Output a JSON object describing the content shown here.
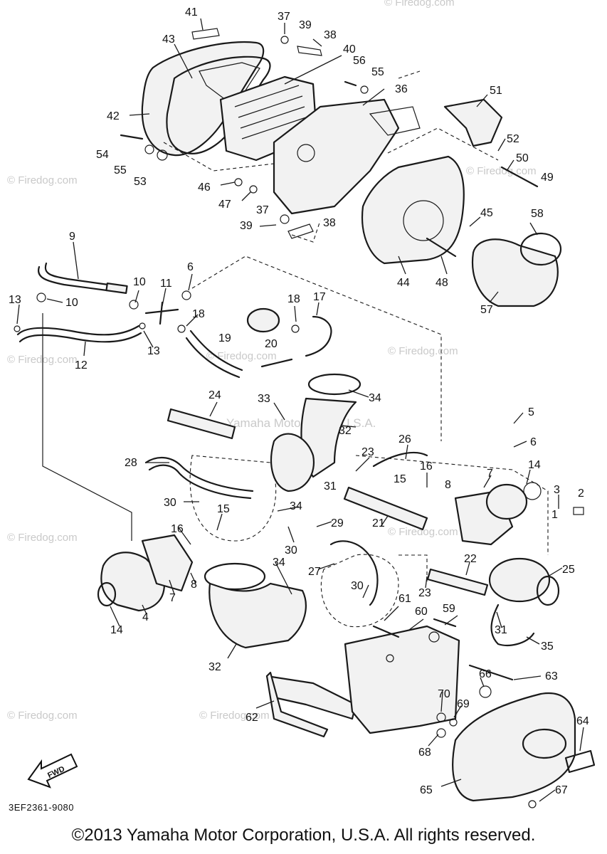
{
  "diagram_code": "3EF2361-9080",
  "copyright": "©2013 Yamaha Motor Corporation, U.S.A. All rights reserved.",
  "fwd_label": "FWD",
  "watermarks": {
    "firedog": "© Firedog.com",
    "center": "Yamaha Motor Corp. U.S.A."
  },
  "callouts": [
    "1",
    "2",
    "3",
    "4",
    "5",
    "6",
    "7",
    "8",
    "9",
    "10",
    "11",
    "12",
    "13",
    "14",
    "15",
    "16",
    "17",
    "18",
    "19",
    "20",
    "21",
    "22",
    "23",
    "24",
    "25",
    "26",
    "27",
    "28",
    "29",
    "30",
    "31",
    "32",
    "33",
    "34",
    "35",
    "36",
    "37",
    "38",
    "39",
    "40",
    "41",
    "42",
    "43",
    "44",
    "45",
    "46",
    "47",
    "48",
    "49",
    "50",
    "51",
    "52",
    "53",
    "54",
    "55",
    "56",
    "57",
    "58",
    "59",
    "60",
    "61",
    "62",
    "63",
    "64",
    "65",
    "66",
    "67",
    "68",
    "69",
    "70"
  ]
}
